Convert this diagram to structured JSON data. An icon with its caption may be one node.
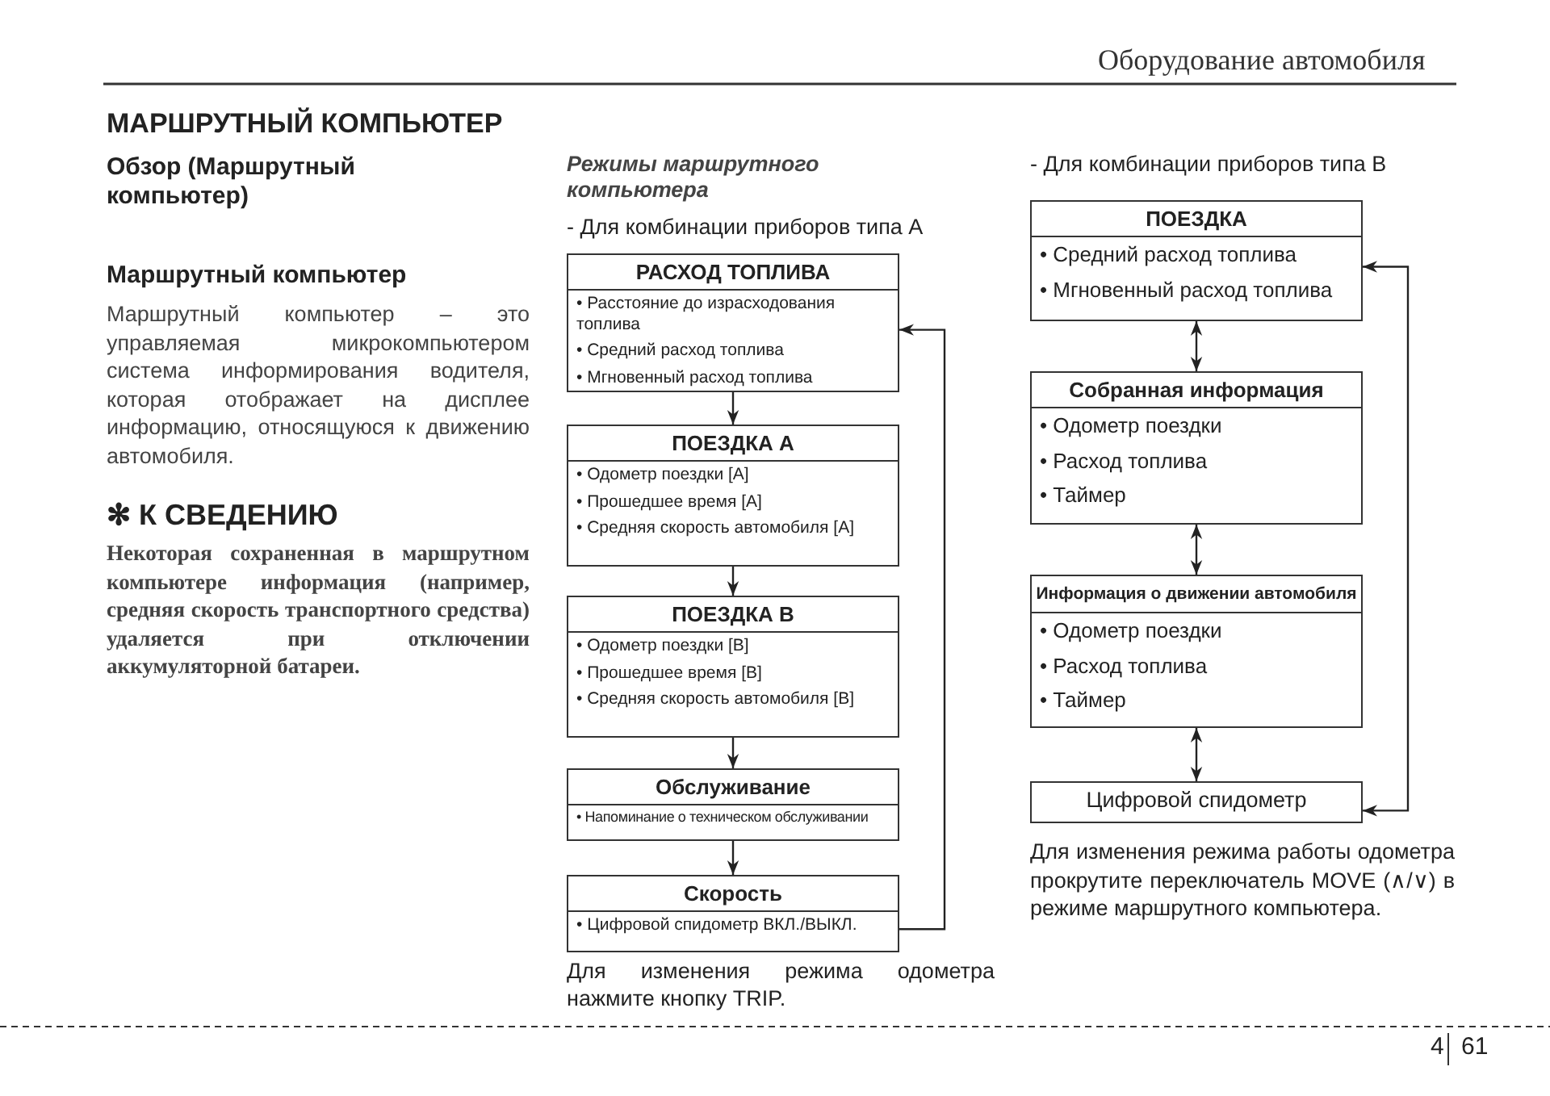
{
  "diagram": {
    "title": "МАРШРУТНЫЙ КОМПЬЮТЕР",
    "nodes": [
      {
        "text": [
          "РАСХОД ТОПЛИВА",
          "• Расстояние до израсходования топлива",
          "• Средний расход топлива",
          "• Мгновенный расход топлива"
        ]
      },
      {
        "text": [
          "ПОЕЗДКА A",
          "• Одометр поездки [A]",
          "• Прошедшее время [A]",
          "• Средняя скорость автомобиля [A]"
        ]
      },
      {
        "text": [
          "ПОЕЗДКА B",
          "• Одометр поездки [B]",
          "• Прошедшее время [B]",
          "• Средняя скорость автомобиля [B]"
        ]
      },
      {
        "text": [
          "Обслуживание",
          "• Напоминание о техническом обслуживании"
        ]
      },
      {
        "text": [
          "Скорость",
          "• Цифровой спидометр ВКЛ./ВЫКЛ."
        ]
      },
      {
        "text": [
          "ПОЕЗДКА",
          "• Средний расход топлива",
          "• Мгновенный расход топлива"
        ]
      },
      {
        "text": [
          "Собранная информация",
          "• Одометр поездки",
          "• Расход топлива",
          "• Таймер"
        ]
      },
      {
        "text": [
          "Информация о движении автомобиля",
          "• Одометр поездки",
          "• Расход топлива",
          "• Таймер"
        ]
      },
      {
        "text": [
          "Цифровой спидометр"
        ]
      }
    ],
    "edges": [
      {
        "from": 0,
        "to": 1,
        "arrow": "to"
      },
      {
        "from": 1,
        "to": 2,
        "arrow": "to"
      },
      {
        "from": 2,
        "to": 3,
        "arrow": "to"
      },
      {
        "from": 3,
        "to": 4,
        "arrow": "to"
      },
      {
        "from": 4,
        "to": 0,
        "arrow": "to"
      },
      {
        "from": 5,
        "to": 6,
        "arrow": "both"
      },
      {
        "from": 6,
        "to": 7,
        "arrow": "both"
      },
      {
        "from": 7,
        "to": 8,
        "arrow": "both"
      },
      {
        "from": 8,
        "to": 5,
        "arrow": "both"
      }
    ],
    "labels": [
      "Оборудование автомобиля",
      "Обзор (Маршрутный компьютер)",
      "Маршрутный компьютер",
      "Маршрутный компьютер – это управляемая микрокомпьютером система информирования водителя, которая отображает на дисплее информацию, относящуюся к движению автомобиля.",
      "✻ К СВЕДЕНИЮ",
      "Некоторая сохраненная в маршрутном компьютере информация (например, средняя скорость транспортного средства) удаляется при отключении аккумуляторной батареи.",
      "Режимы маршрутного компьютера",
      "- Для комбинации приборов типа A",
      "Для изменения режима одометра нажмите кнопку TRIP.",
      "- Для комбинации приборов типа B",
      "Для изменения режима работы одометра прокрутите переключатель MOVE (∧/∨) в режиме маршрутного компьютера.",
      "4",
      "61"
    ]
  }
}
